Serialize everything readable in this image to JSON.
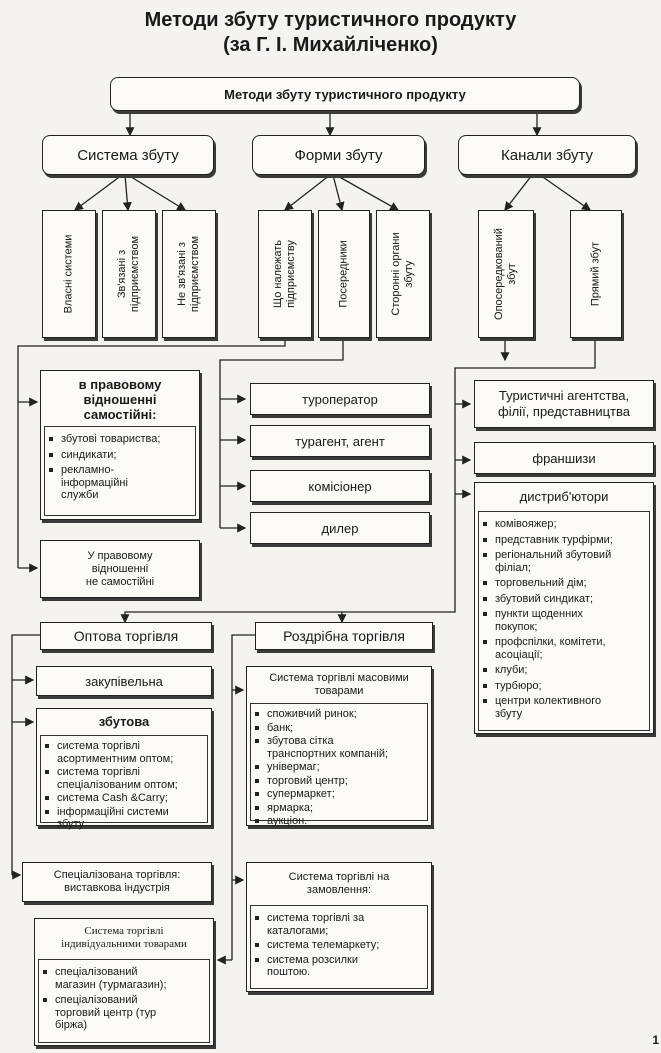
{
  "title": {
    "line1": "Методи збуту туристичного продукту",
    "line2": "(за Г. І. Михайліченко)"
  },
  "root": {
    "label": "Методи збуту туристичного продукту"
  },
  "level1": {
    "system": "Система збуту",
    "forms": "Форми збуту",
    "channels": "Канали збуту"
  },
  "system_items": {
    "own": "Власні системи",
    "linked": "Зв'язані з\nпідприємством",
    "unlinked": "Не зв'язані з\nпідприємством"
  },
  "form_items": {
    "belong": "Що належать\nпідприємству",
    "intermediaries": "Посередники",
    "third_party": "Сторонні органи\nзбуту"
  },
  "channel_items": {
    "indirect": "Опосередкований\nзбут",
    "direct": "Прямий збут"
  },
  "legal_independent": {
    "header": "в правовому\nвідношенні\nсамостійні:",
    "items": [
      "збутові товариства;",
      "синдикати;",
      "рекламно-\nінформаційні\nслужби"
    ]
  },
  "legal_dependent": {
    "label": "У правовому\nвідношенні\nне самостійні"
  },
  "intermediaries_list": [
    "туроператор",
    "турагент, агент",
    "комісіонер",
    "дилер"
  ],
  "channels_list": {
    "agencies": "Туристичні агентства,\nфілії, представництва",
    "franchises": "франшизи",
    "distributors": {
      "header": "дистриб'ютори",
      "items": [
        "комівояжер;",
        "представник турфірми;",
        "регіональний збутовий\nфіліал;",
        "торговельний дім;",
        "збутовий синдикат;",
        "пункти щоденних\nпокупок;",
        "профспілки, комітети,\nасоціації;",
        "клуби;",
        "турбюро;",
        "центри колективного\nзбуту"
      ]
    }
  },
  "wholesale": {
    "label": "Оптова торгівля",
    "purchasing": "закупівельна",
    "sales": {
      "header": "збутова",
      "items": [
        "система торгівлі\nасортиментним оптом;",
        "система торгівлі\nспеціалізованим оптом;",
        "система Cash &Carry;",
        "інформаційні системи\nзбуту"
      ]
    },
    "specialized": "Спеціалізована торгівля:\nвиставкова індустрія"
  },
  "retail": {
    "label": "Роздрібна торгівля",
    "mass": {
      "header": "Система торгівлі масовими\nтоварами",
      "items": [
        "споживчий ринок;",
        "банк;",
        "збутова сітка\nтранспортних компаній;",
        "універмаг;",
        "торговий центр;",
        "супермаркет;",
        "ярмарка;",
        "аукціон."
      ]
    },
    "order": {
      "header": "Система торгівлі на\nзамовлення:",
      "items": [
        "система торгівлі за\nкаталогами;",
        "система телемаркету;",
        "система розсилки\nпоштою."
      ]
    },
    "individual": {
      "header": "Система торгівлі\nіндивідуальними товарами",
      "items": [
        "спеціалізований\nмагазин (турмагазин);",
        "спеціалізований\nторговий центр (тур\nбіржа)"
      ]
    }
  },
  "page_number": "1"
}
